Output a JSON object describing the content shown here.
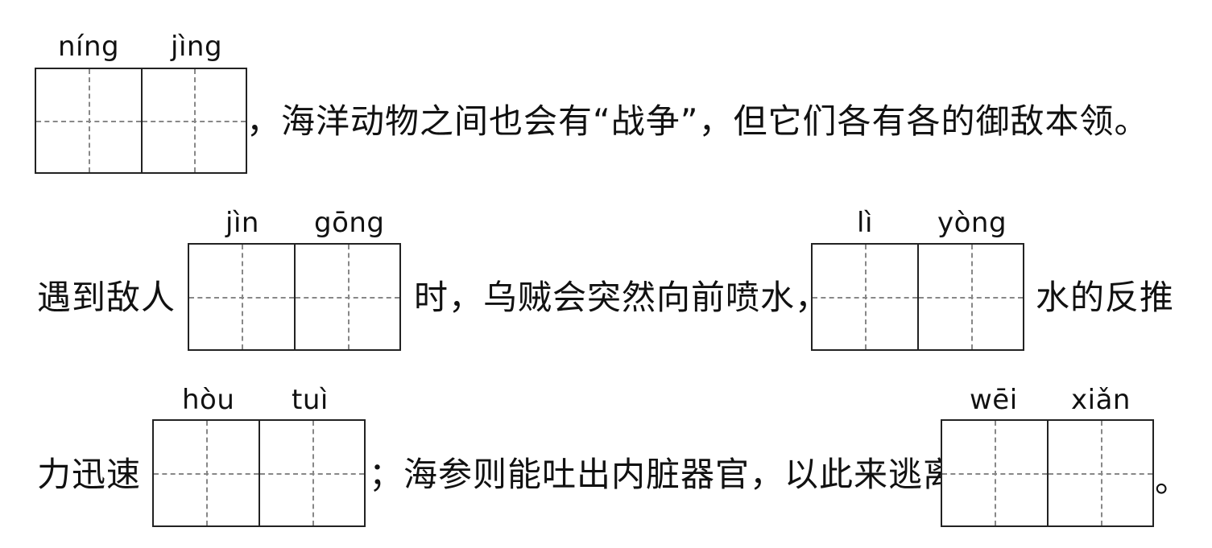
{
  "line1": {
    "pinyin": [
      "níng",
      "jìng"
    ],
    "text": "，海洋动物之间也会有“战争”，但它们各有各的御敌本领。"
  },
  "line2": {
    "prefix": "遇到敌人",
    "pinyin1": [
      "jìn",
      "gōng"
    ],
    "middle": "时，乌贼会突然向前喷水，",
    "pinyin2": [
      "lì",
      "yòng"
    ],
    "suffix": "水的反推"
  },
  "line3": {
    "prefix": "力迅速",
    "pinyin1": [
      "hòu",
      "tuì"
    ],
    "middle": "；海参则能吐出内脏器官，以此来逃离",
    "pinyin2": [
      "wēi",
      "xiǎn"
    ],
    "suffix": "。"
  }
}
